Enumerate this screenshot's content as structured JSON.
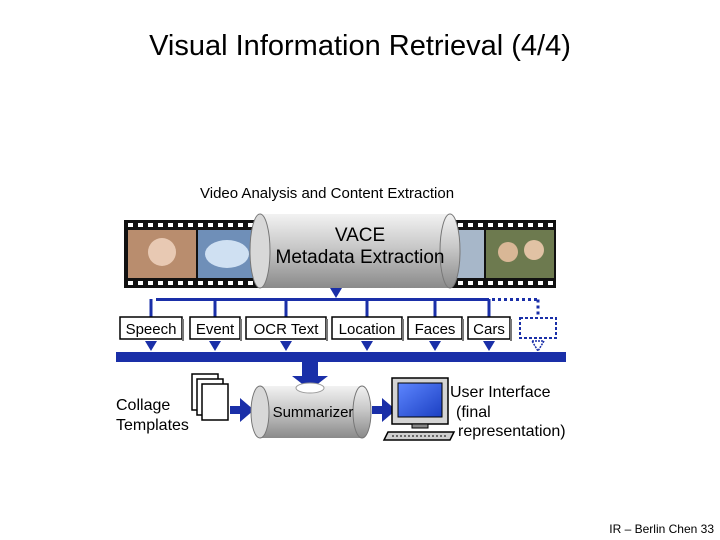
{
  "slide": {
    "title": "Visual Information Retrieval (4/4)",
    "caption": "Video Analysis and Content Extraction",
    "footer": "IR – Berlin Chen 33"
  },
  "diagram": {
    "vace_line1": "VACE",
    "vace_line2": "Metadata Extraction",
    "extractors": [
      "Speech",
      "Event",
      "OCR Text",
      "Location",
      "Faces",
      "Cars"
    ],
    "collage_line1": "Collage",
    "collage_line2": "Templates",
    "summarizer": "Summarizer",
    "ui_line1": "User Interface",
    "ui_line2": "(final",
    "ui_line3": "representation)",
    "colors": {
      "blue": "#1a2fa8",
      "film": "#111111",
      "cylinder": "#bfbfbf",
      "monitor": "#2a52d9"
    }
  }
}
